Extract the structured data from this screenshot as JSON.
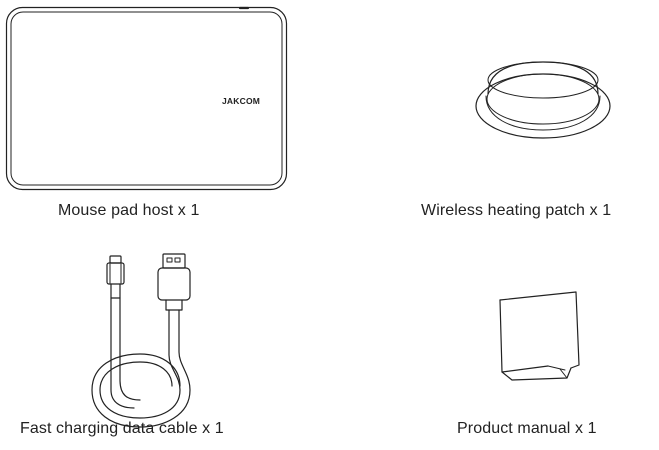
{
  "items": [
    {
      "caption": "Mouse pad host x 1",
      "icon": "mouse-pad-icon",
      "logo_text": "JAKCOM"
    },
    {
      "caption": "Wireless heating patch x 1",
      "icon": "heating-patch-icon"
    },
    {
      "caption": "Fast charging data cable x 1",
      "icon": "charging-cable-icon"
    },
    {
      "caption": "Product manual x 1",
      "icon": "manual-booklet-icon"
    }
  ]
}
